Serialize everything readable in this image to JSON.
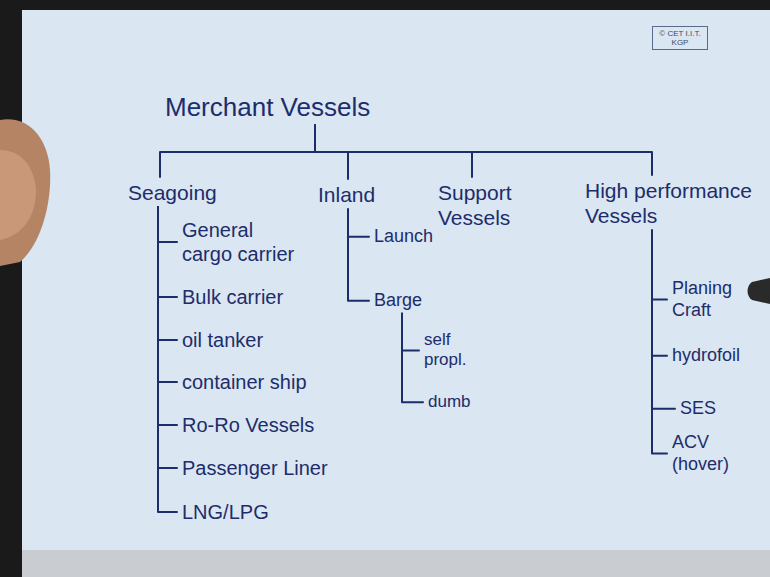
{
  "diagram": {
    "nodes": [
      {
        "text": [
          "Merchant Vessels"
        ]
      },
      {
        "text": [
          "Seagoing"
        ]
      },
      {
        "text": [
          "Inland"
        ]
      },
      {
        "text": [
          "Support Vessels"
        ]
      },
      {
        "text": [
          "High performance Vessels"
        ]
      },
      {
        "text": [
          "General cargo carrier"
        ]
      },
      {
        "text": [
          "Bulk carrier"
        ]
      },
      {
        "text": [
          "oil tanker"
        ]
      },
      {
        "text": [
          "container ship"
        ]
      },
      {
        "text": [
          "Ro-Ro Vessels"
        ]
      },
      {
        "text": [
          "Passenger Liner"
        ]
      },
      {
        "text": [
          "LNG/LPG"
        ]
      },
      {
        "text": [
          "Launch"
        ]
      },
      {
        "text": [
          "Barge"
        ]
      },
      {
        "text": [
          "self propl."
        ]
      },
      {
        "text": [
          "dumb"
        ]
      },
      {
        "text": [
          "Planing Craft"
        ]
      },
      {
        "text": [
          "hydrofoil"
        ]
      },
      {
        "text": [
          "SES"
        ]
      },
      {
        "text": [
          "ACV (hover)"
        ]
      }
    ],
    "edges": [
      {
        "from": 0,
        "to": 1,
        "arrow": "none"
      },
      {
        "from": 0,
        "to": 2,
        "arrow": "none"
      },
      {
        "from": 0,
        "to": 3,
        "arrow": "none"
      },
      {
        "from": 0,
        "to": 4,
        "arrow": "none"
      },
      {
        "from": 1,
        "to": 5,
        "arrow": "none"
      },
      {
        "from": 1,
        "to": 6,
        "arrow": "none"
      },
      {
        "from": 1,
        "to": 7,
        "arrow": "none"
      },
      {
        "from": 1,
        "to": 8,
        "arrow": "none"
      },
      {
        "from": 1,
        "to": 9,
        "arrow": "none"
      },
      {
        "from": 1,
        "to": 10,
        "arrow": "none"
      },
      {
        "from": 1,
        "to": 11,
        "arrow": "none"
      },
      {
        "from": 2,
        "to": 12,
        "arrow": "none"
      },
      {
        "from": 2,
        "to": 13,
        "arrow": "none"
      },
      {
        "from": 13,
        "to": 14,
        "arrow": "none"
      },
      {
        "from": 13,
        "to": 15,
        "arrow": "none"
      },
      {
        "from": 4,
        "to": 16,
        "arrow": "none"
      },
      {
        "from": 4,
        "to": 17,
        "arrow": "none"
      },
      {
        "from": 4,
        "to": 18,
        "arrow": "none"
      },
      {
        "from": 4,
        "to": 19,
        "arrow": "none"
      }
    ],
    "labels": [
      "© CET I.I.T. KGP"
    ]
  }
}
